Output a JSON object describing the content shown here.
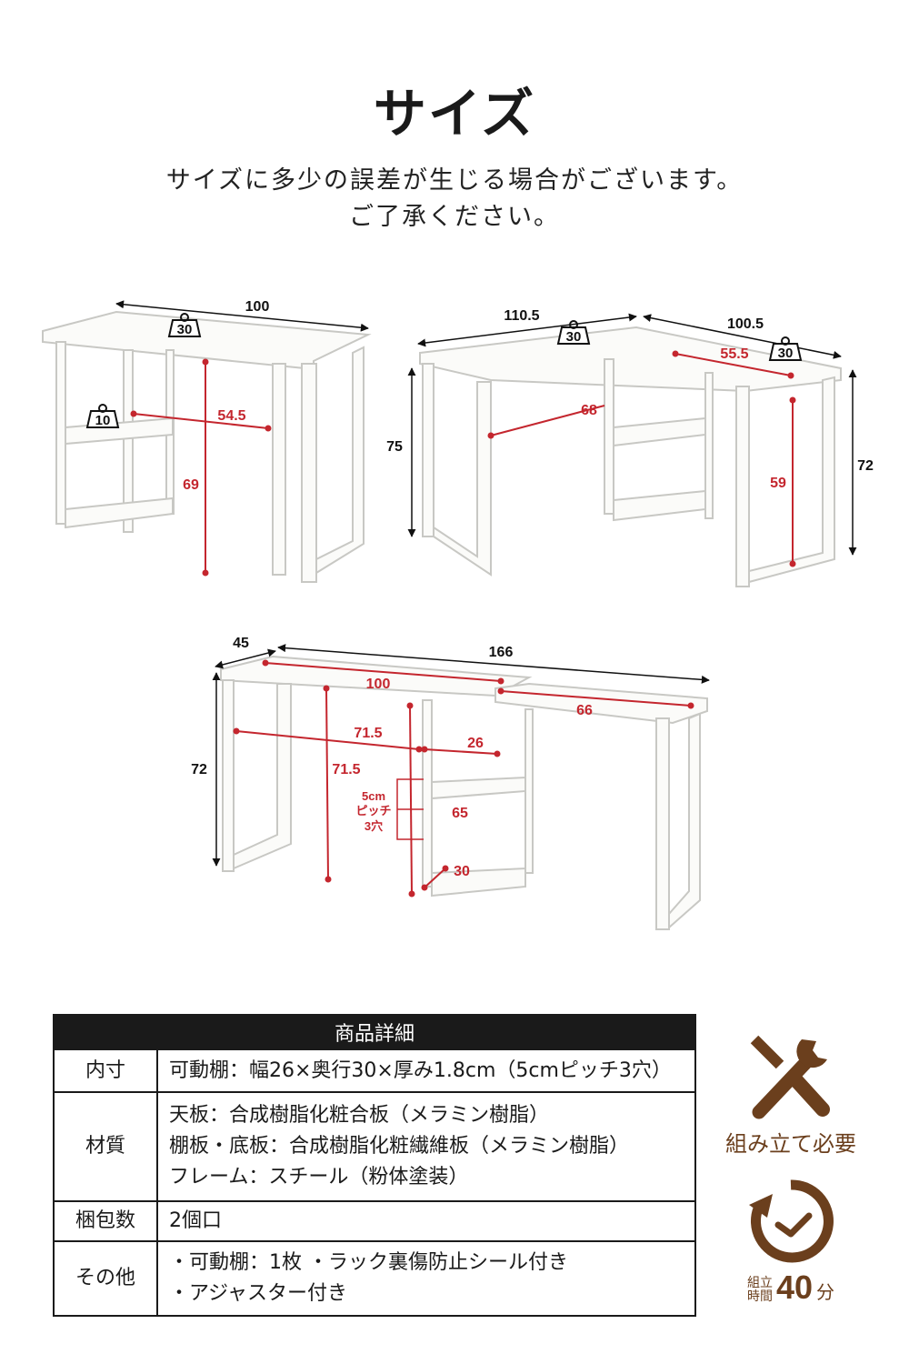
{
  "title": "サイズ",
  "subtitle": [
    "サイズに多少の誤差が生じる場合がございます。",
    "ご了承ください。"
  ],
  "diagram1": {
    "width": "100",
    "depth": "54.5",
    "height": "69",
    "load_top": "30",
    "load_shelf": "10"
  },
  "diagram2": {
    "width_left": "110.5",
    "width_right": "100.5",
    "height_left": "75",
    "height_right": "72",
    "depth_left": "68",
    "depth_right": "55.5",
    "inner_height": "59",
    "load_left": "30",
    "load_right": "30"
  },
  "diagram3": {
    "depth": "45",
    "total_width": "166",
    "height": "72",
    "top_width": "100",
    "top_right": "66",
    "inner_width": "71.5",
    "rack_width": "26",
    "inner_height": "71.5",
    "rack_height": "65",
    "rack_depth": "30",
    "pitch": [
      "5cm",
      "ピッチ",
      "3穴"
    ]
  },
  "spec": {
    "header": "商品詳細",
    "rows": [
      {
        "label": "内寸",
        "lines": [
          "可動棚：幅26×奥行30×厚み1.8cm（5cmピッチ3穴）"
        ]
      },
      {
        "label": "材質",
        "lines": [
          "天板：合成樹脂化粧合板（メラミン樹脂）",
          "棚板・底板：合成樹脂化粧繊維板（メラミン樹脂）",
          "フレーム：スチール（粉体塗装）"
        ]
      },
      {
        "label": "梱包数",
        "lines": [
          "2個口"
        ]
      },
      {
        "label": "その他",
        "lines": [
          "・可動棚：1枚 ・ラック裏傷防止シール付き",
          "・アジャスター付き"
        ]
      }
    ]
  },
  "assembly": {
    "label": "組み立て必要",
    "time_label": [
      "組立",
      "時間"
    ],
    "time_value": "40",
    "time_unit": "分",
    "icon": "tools-icon",
    "clock_icon": "clock-icon"
  },
  "colors": {
    "accent_red": "#c4262e",
    "brown": "#6b3f1d"
  }
}
